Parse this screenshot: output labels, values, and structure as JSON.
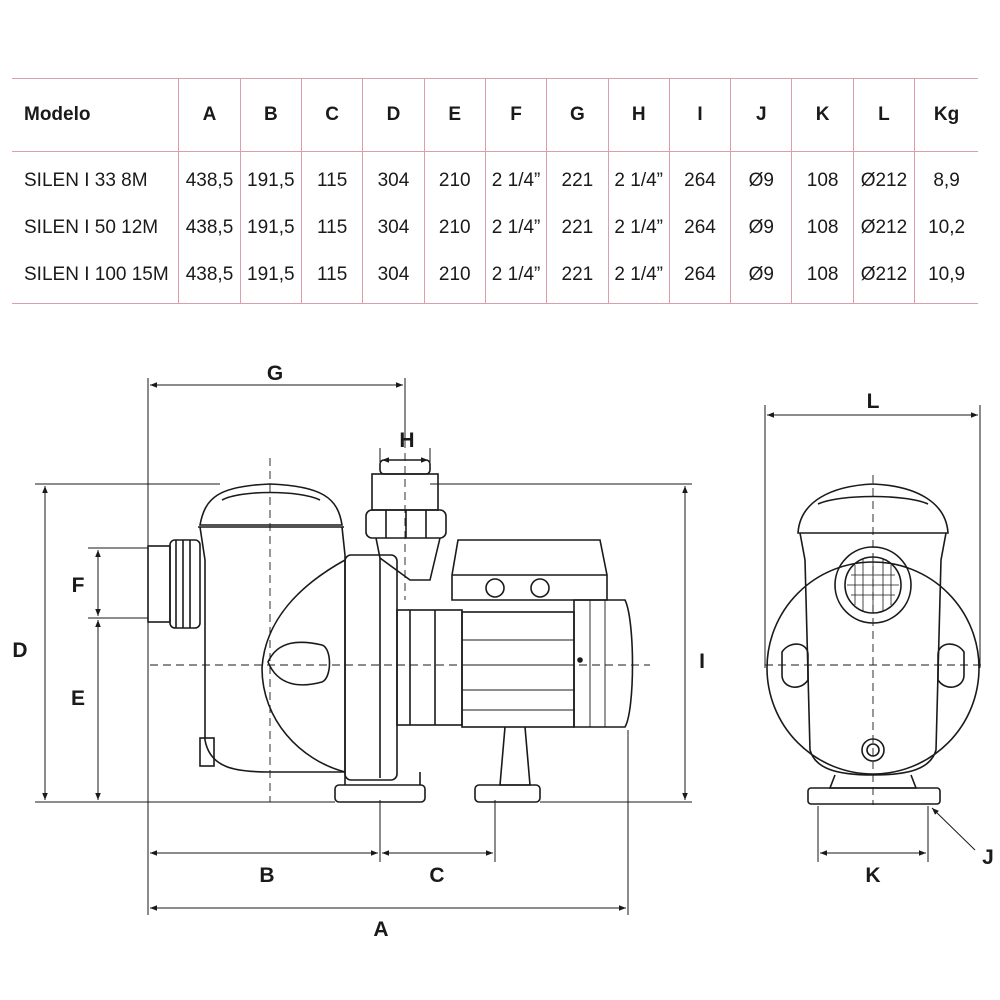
{
  "table": {
    "headers": [
      "Modelo",
      "A",
      "B",
      "C",
      "D",
      "E",
      "F",
      "G",
      "H",
      "I",
      "J",
      "K",
      "L",
      "Kg"
    ],
    "rows": [
      [
        "SILEN I 33 8M",
        "438,5",
        "191,5",
        "115",
        "304",
        "210",
        "2 1/4”",
        "221",
        "2 1/4”",
        "264",
        "Ø9",
        "108",
        "Ø212",
        "8,9"
      ],
      [
        "SILEN I 50 12M",
        "438,5",
        "191,5",
        "115",
        "304",
        "210",
        "2 1/4”",
        "221",
        "2 1/4”",
        "264",
        "Ø9",
        "108",
        "Ø212",
        "10,2"
      ],
      [
        "SILEN I 100 15M",
        "438,5",
        "191,5",
        "115",
        "304",
        "210",
        "2 1/4”",
        "221",
        "2 1/4”",
        "264",
        "Ø9",
        "108",
        "Ø212",
        "10,9"
      ]
    ]
  },
  "dimension_labels": {
    "A": "A",
    "B": "B",
    "C": "C",
    "D": "D",
    "E": "E",
    "F": "F",
    "G": "G",
    "H": "H",
    "I": "I",
    "J": "J",
    "K": "K",
    "L": "L"
  },
  "colors": {
    "table_rule": "#d9a0ab",
    "line": "#1a1a1a"
  }
}
